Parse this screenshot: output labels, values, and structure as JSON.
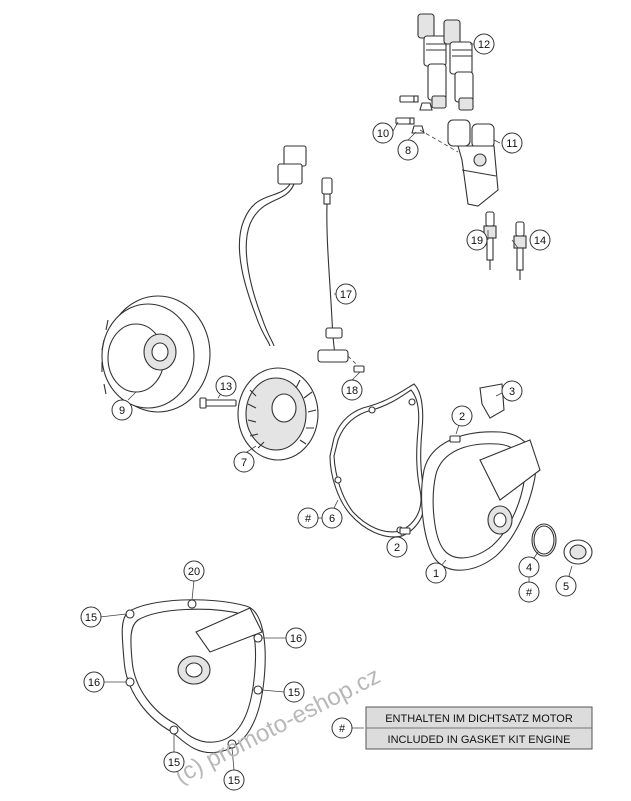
{
  "callouts": [
    {
      "id": "c12",
      "label": "12"
    },
    {
      "id": "c10",
      "label": "10"
    },
    {
      "id": "c8",
      "label": "8"
    },
    {
      "id": "c11",
      "label": "11"
    },
    {
      "id": "c19",
      "label": "19"
    },
    {
      "id": "c14",
      "label": "14"
    },
    {
      "id": "c17",
      "label": "17"
    },
    {
      "id": "c9",
      "label": "9"
    },
    {
      "id": "c13",
      "label": "13"
    },
    {
      "id": "c18",
      "label": "18"
    },
    {
      "id": "c3",
      "label": "3"
    },
    {
      "id": "c2a",
      "label": "2"
    },
    {
      "id": "c7",
      "label": "7"
    },
    {
      "id": "c6",
      "label": "6"
    },
    {
      "id": "c6h",
      "label": "#"
    },
    {
      "id": "c2b",
      "label": "2"
    },
    {
      "id": "c1",
      "label": "1"
    },
    {
      "id": "c4",
      "label": "4"
    },
    {
      "id": "c4h",
      "label": "#"
    },
    {
      "id": "c5",
      "label": "5"
    },
    {
      "id": "c20",
      "label": "20"
    },
    {
      "id": "c15a",
      "label": "15"
    },
    {
      "id": "c16a",
      "label": "16"
    },
    {
      "id": "c16b",
      "label": "16"
    },
    {
      "id": "c15b",
      "label": "15"
    },
    {
      "id": "c15c",
      "label": "15"
    },
    {
      "id": "c15d",
      "label": "15"
    }
  ],
  "legend": {
    "symbol": "#",
    "line1": "ENTHALTEN IM DICHTSATZ MOTOR",
    "line2": "INCLUDED IN GASKET KIT ENGINE"
  },
  "watermark": "(c) promoto-eshop.cz"
}
